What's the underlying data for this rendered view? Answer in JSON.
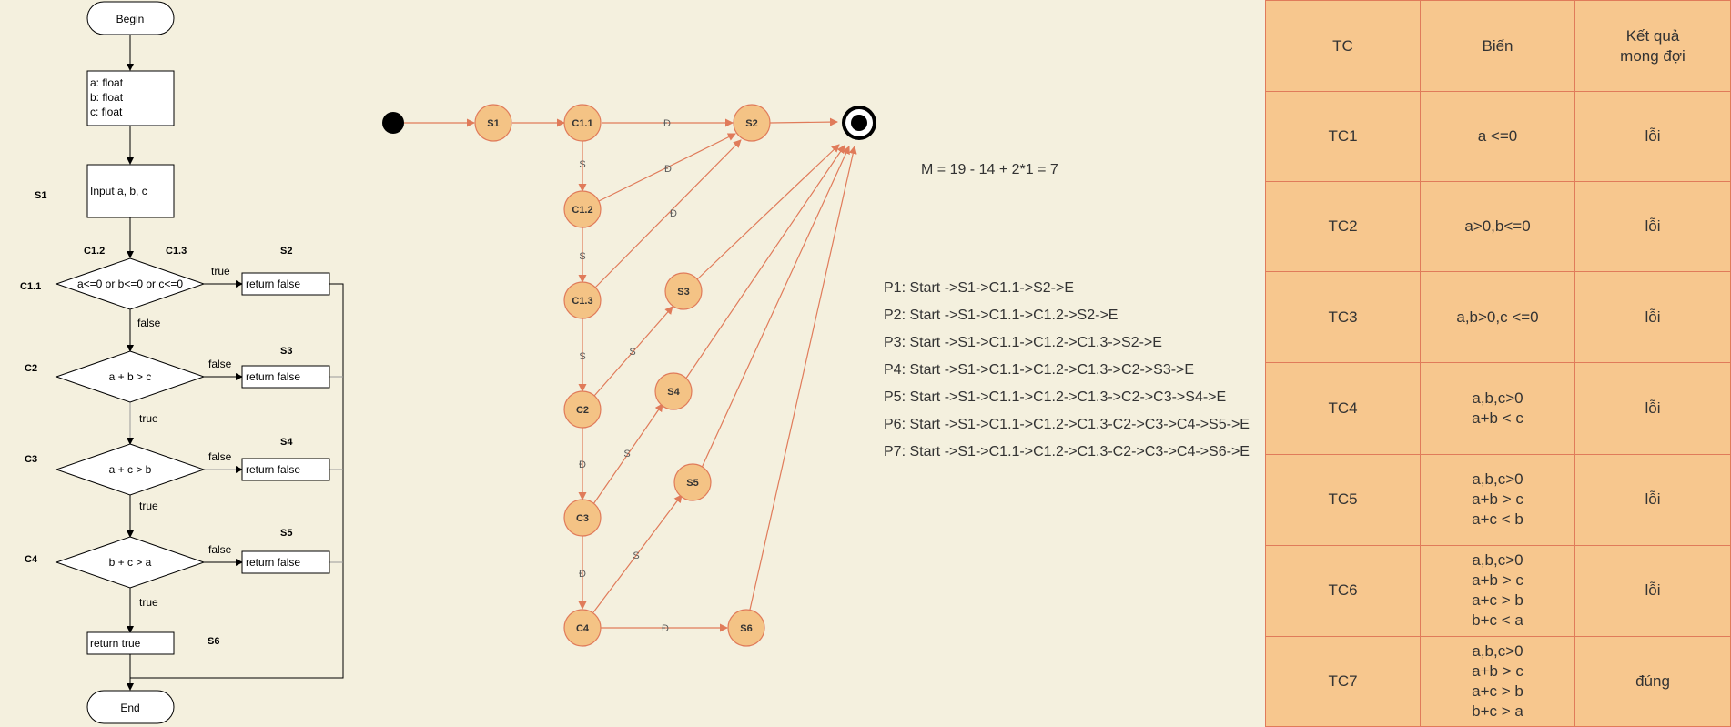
{
  "flowchart": {
    "begin": "Begin",
    "decl_lines": [
      "a: float",
      "b: float",
      "c: float"
    ],
    "input": "Input a, b, c",
    "cond1": "a<=0 or b<=0 or c<=0",
    "cond2": "a + b > c",
    "cond3": "a + c > b",
    "cond4": "b + c > a",
    "return_false": "return false",
    "return_true": "return true",
    "end": "End",
    "label_true": "true",
    "label_false": "false",
    "node_labels": {
      "s1": "S1",
      "c1_2": "C1.2",
      "c1_3": "C1.3",
      "s2": "S2",
      "c1_1": "C1.1",
      "c2": "C2",
      "s3": "S3",
      "c3": "C3",
      "s4": "S4",
      "c4": "C4",
      "s5": "S5",
      "s6": "S6"
    }
  },
  "graph": {
    "nodes": [
      "S1",
      "C1.1",
      "S2",
      "C1.2",
      "C1.3",
      "S3",
      "C2",
      "S4",
      "C3",
      "S5",
      "C4",
      "S6"
    ],
    "edge_label_d": "Đ",
    "edge_label_s": "S"
  },
  "metric": "M =  19 - 14 + 2*1 = 7",
  "paths": [
    "P1: Start ->S1->C1.1->S2->E",
    "P2: Start ->S1->C1.1->C1.2->S2->E",
    "P3: Start ->S1->C1.1->C1.2->C1.3->S2->E",
    "P4: Start ->S1->C1.1->C1.2->C1.3->C2->S3->E",
    "P5: Start ->S1->C1.1->C1.2->C1.3->C2->C3->S4->E",
    "P6: Start ->S1->C1.1->C1.2->C1.3-C2->C3->C4->S5->E",
    "P7: Start ->S1->C1.1->C1.2->C1.3-C2->C3->C4->S6->E"
  ],
  "table": {
    "headers": [
      "TC",
      "Biến",
      "Kết quả mong đợi"
    ],
    "header_lines": [
      "Kết quả",
      "mong đợi"
    ],
    "rows": [
      {
        "tc": "TC1",
        "vars": [
          "a <=0"
        ],
        "result": "lỗi"
      },
      {
        "tc": "TC2",
        "vars": [
          "a>0,b<=0"
        ],
        "result": "lỗi"
      },
      {
        "tc": "TC3",
        "vars": [
          "a,b>0,c <=0"
        ],
        "result": "lỗi"
      },
      {
        "tc": "TC4",
        "vars": [
          "a,b,c>0",
          "a+b < c"
        ],
        "result": "lỗi"
      },
      {
        "tc": "TC5",
        "vars": [
          "a,b,c>0",
          "a+b > c",
          "a+c < b"
        ],
        "result": "lỗi"
      },
      {
        "tc": "TC6",
        "vars": [
          "a,b,c>0",
          "a+b > c",
          "a+c > b",
          "b+c < a"
        ],
        "result": "lỗi"
      },
      {
        "tc": "TC7",
        "vars": [
          "a,b,c>0",
          "a+b > c",
          "a+c > b",
          "b+c > a"
        ],
        "result": "đúng"
      }
    ]
  },
  "colors": {
    "background": "#f4f0de",
    "node_fill": "#f4c385",
    "edge": "#e07b5a",
    "table_fill": "#f7c78e"
  }
}
